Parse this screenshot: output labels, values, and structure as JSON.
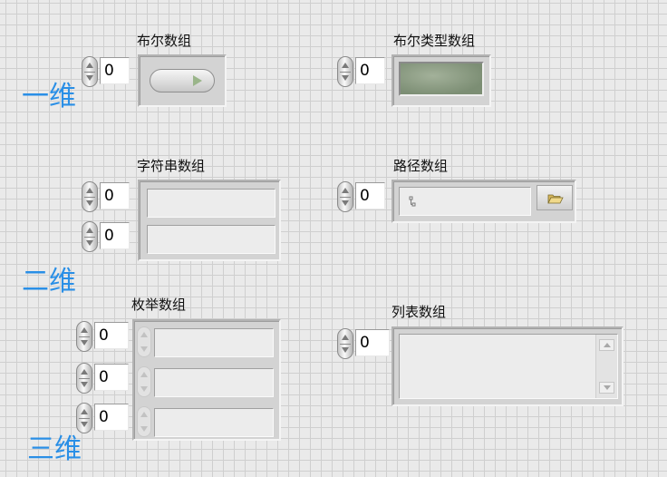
{
  "captions": {
    "bool_array": "布尔数组",
    "bool_type_array": "布尔类型数组",
    "string_array": "字符串数组",
    "path_array": "路径数组",
    "enum_array": "枚举数组",
    "listbox_array": "列表数组"
  },
  "dimension_labels": {
    "one_d": "一维",
    "two_d": "二维",
    "three_d": "三维"
  },
  "indices": {
    "bool_array": "0",
    "bool_type_array": "0",
    "string_row1": "0",
    "string_row2": "0",
    "path_array": "0",
    "enum_row1": "0",
    "enum_row2": "0",
    "enum_row3": "0",
    "listbox_array": "0"
  },
  "icons": {
    "path_glyph": "路径图标",
    "browse": "folder-open-icon"
  },
  "colors": {
    "dimension_label": "#2a8fe6",
    "led_off": "#7c8e74",
    "button_arrow": "#9ab58a"
  }
}
